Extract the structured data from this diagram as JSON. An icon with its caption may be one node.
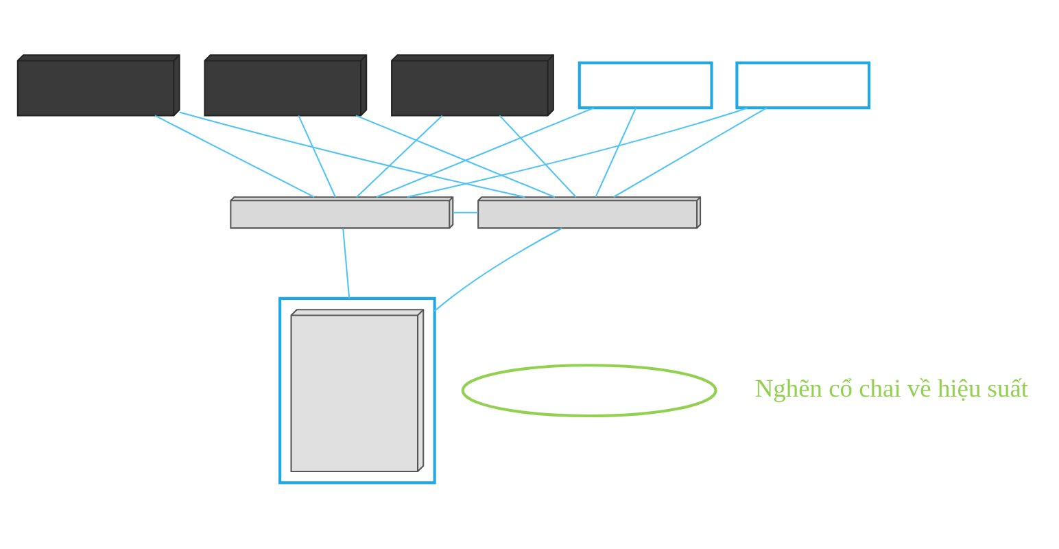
{
  "diagram": {
    "nodes": [
      {
        "text": [],
        "shape": "picture"
      },
      {
        "text": [],
        "shape": "picture"
      },
      {
        "text": [],
        "shape": "picture"
      },
      {
        "text": [],
        "shape": "box"
      },
      {
        "text": [],
        "shape": "box"
      },
      {
        "text": [],
        "shape": "picture"
      },
      {
        "text": [],
        "shape": "picture"
      },
      {
        "text": [],
        "shape": "box"
      },
      {
        "text": [],
        "shape": "picture",
        "in": 7
      },
      {
        "text": [],
        "shape": "ellipse",
        "beside": [
          "Nghẽn cổ chai về hiệu suất"
        ]
      }
    ],
    "edges": [
      {
        "from": 0,
        "to": 5,
        "arrow": "none"
      },
      {
        "from": 0,
        "to": 6,
        "arrow": "none"
      },
      {
        "from": 1,
        "to": 5,
        "arrow": "none"
      },
      {
        "from": 1,
        "to": 6,
        "arrow": "none"
      },
      {
        "from": 2,
        "to": 5,
        "arrow": "none"
      },
      {
        "from": 2,
        "to": 6,
        "arrow": "none"
      },
      {
        "from": 3,
        "to": 5,
        "arrow": "none"
      },
      {
        "from": 3,
        "to": 6,
        "arrow": "none"
      },
      {
        "from": 4,
        "to": 5,
        "arrow": "none"
      },
      {
        "from": 4,
        "to": 6,
        "arrow": "none"
      },
      {
        "from": 5,
        "to": 6,
        "arrow": "none"
      },
      {
        "from": 5,
        "to": 7,
        "arrow": "none"
      },
      {
        "from": 6,
        "to": 7,
        "arrow": "none"
      }
    ]
  }
}
